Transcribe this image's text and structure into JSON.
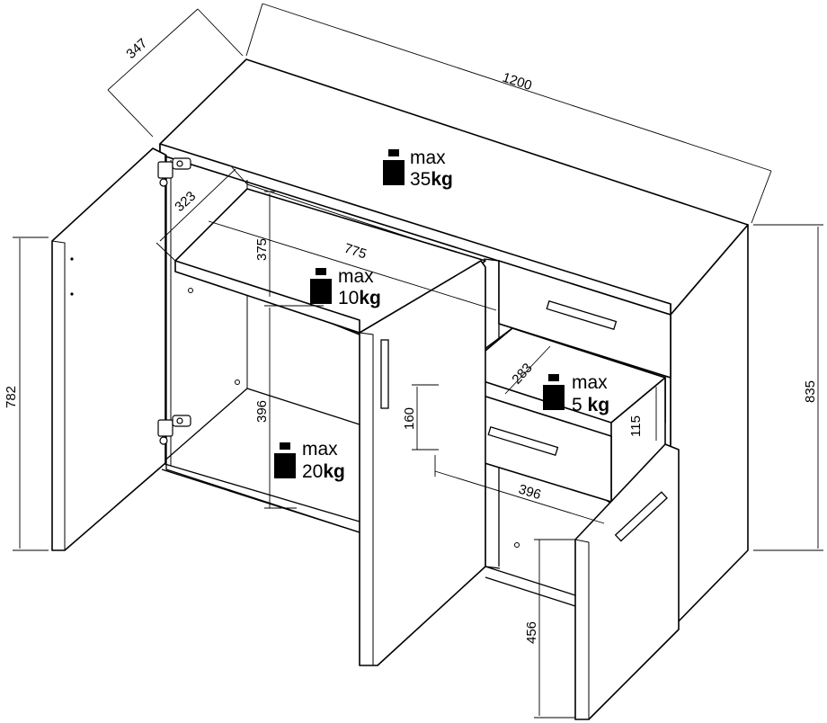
{
  "dimensions": {
    "depth": "347",
    "width": "1200",
    "height_right": "835",
    "height_left": "782",
    "shelf_depth": "323",
    "shelf_width": "775",
    "shelf_gap": "375",
    "lower_gap": "396",
    "drawer_depth": "283",
    "drawer_front": "160",
    "drawer_inner": "115",
    "drawer_width": "396",
    "door_height": "456"
  },
  "loads": {
    "top": {
      "label": "max",
      "value": "35",
      "unit": "kg"
    },
    "shelf": {
      "label": "max",
      "value": "10",
      "unit": "kg"
    },
    "bottom": {
      "label": "max",
      "value": "20",
      "unit": "kg"
    },
    "drawer": {
      "label": "max",
      "value": "5",
      "unit": "kg"
    }
  },
  "icons": {
    "load": "weight-icon",
    "hinge": "hinge-icon"
  }
}
